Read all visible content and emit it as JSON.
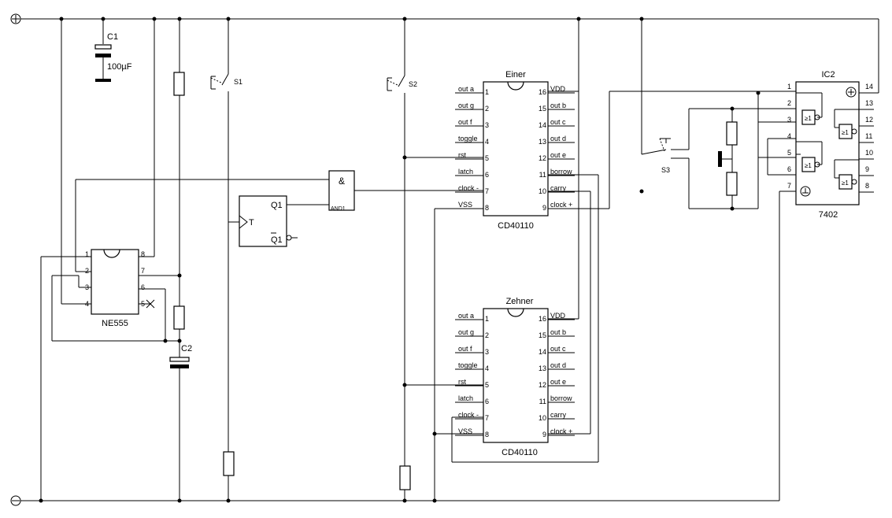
{
  "rails": {
    "plus": "+",
    "minus": "-"
  },
  "c1": {
    "name": "C1",
    "value": "100µF"
  },
  "c2": {
    "name": "C2"
  },
  "s1": "S1",
  "s2": "S2",
  "s3": "S3",
  "ne555": {
    "name": "NE555",
    "pins_left": [
      "1",
      "2",
      "3",
      "4"
    ],
    "pins_right": [
      "8",
      "7",
      "6",
      "5"
    ]
  },
  "and_gate": {
    "symbol": "&",
    "label": "AND1"
  },
  "ff": {
    "clock": "T",
    "q": "Q1",
    "qbar": "Q1"
  },
  "einer": {
    "title": "Einer",
    "part": "CD40110",
    "left_labels": [
      "out a",
      "out g",
      "out f",
      "toggle",
      "rst",
      "latch",
      "clock -",
      "VSS"
    ],
    "left_pins": [
      "1",
      "2",
      "3",
      "4",
      "5",
      "6",
      "7",
      "8"
    ],
    "right_labels": [
      "VDD",
      "out b",
      "out c",
      "out d",
      "out e",
      "borrow",
      "carry",
      "clock +"
    ],
    "right_pins": [
      "16",
      "15",
      "14",
      "13",
      "12",
      "11",
      "10",
      "9"
    ]
  },
  "zehner": {
    "title": "Zehner",
    "part": "CD40110",
    "left_labels": [
      "out a",
      "out g",
      "out f",
      "toggle",
      "rst",
      "latch",
      "clock -",
      "VSS"
    ],
    "left_pins": [
      "1",
      "2",
      "3",
      "4",
      "5",
      "6",
      "7",
      "8"
    ],
    "right_labels": [
      "VDD",
      "out b",
      "out c",
      "out d",
      "out e",
      "borrow",
      "carry",
      "clock +"
    ],
    "right_pins": [
      "16",
      "15",
      "14",
      "13",
      "12",
      "11",
      "10",
      "9"
    ]
  },
  "ic2": {
    "name": "IC2",
    "part": "7402",
    "left_pins": [
      "1",
      "2",
      "3",
      "4",
      "5",
      "6",
      "7"
    ],
    "right_pins": [
      "14",
      "13",
      "12",
      "11",
      "10",
      "9",
      "8"
    ],
    "gate_symbol": "≥1"
  }
}
